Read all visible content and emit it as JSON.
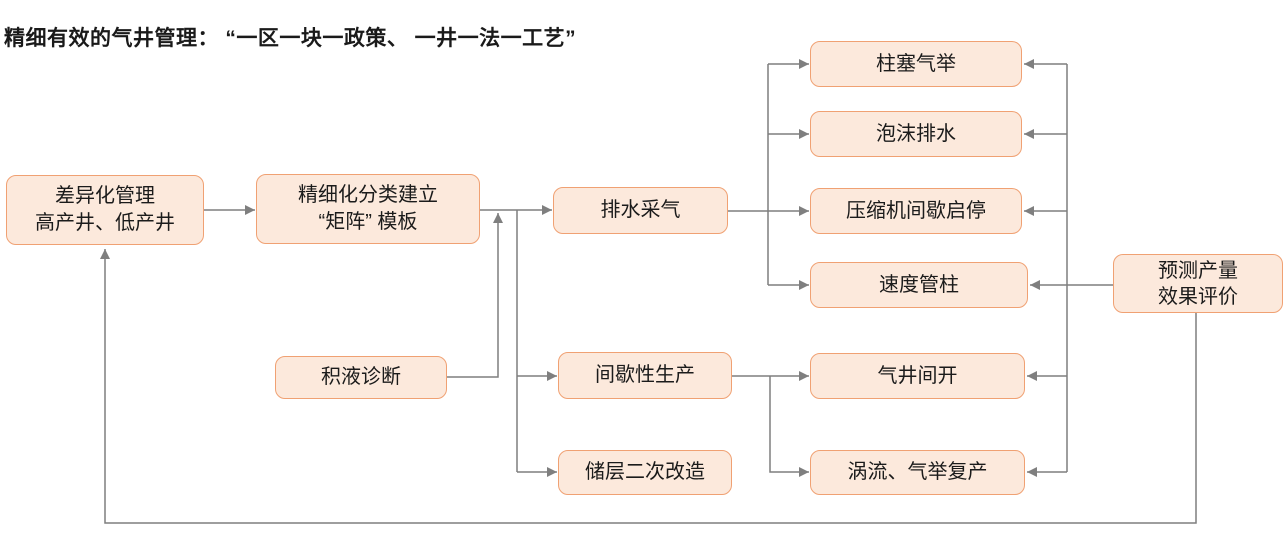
{
  "title": "精细有效的气井管理： “一区一块一政策、 一井一法一工艺”",
  "diagram": {
    "nodes": {
      "diff_mgmt": {
        "lines": [
          "差异化管理",
          "高产井、低产井"
        ]
      },
      "matrix": {
        "lines": [
          "精细化分类建立",
          "“矩阵” 模板"
        ]
      },
      "liquid_diag": {
        "label": "积液诊断"
      },
      "drainage": {
        "label": "排水采气"
      },
      "intermittent": {
        "label": "间歇性生产"
      },
      "reservoir": {
        "label": "储层二次改造"
      },
      "plunger": {
        "label": "柱塞气举"
      },
      "foam": {
        "label": "泡沫排水"
      },
      "compressor": {
        "label": "压缩机间歇启停"
      },
      "velocity": {
        "label": "速度管柱"
      },
      "well_open": {
        "label": "气井间开"
      },
      "vortex": {
        "label": "涡流、气举复产"
      },
      "predict": {
        "lines": [
          "预测产量",
          "效果评价"
        ]
      }
    },
    "colors": {
      "node_fill": "#fce9dc",
      "node_border": "#f0a173",
      "connector": "#7f7f7f",
      "title_color": "#1a1a1a"
    }
  }
}
